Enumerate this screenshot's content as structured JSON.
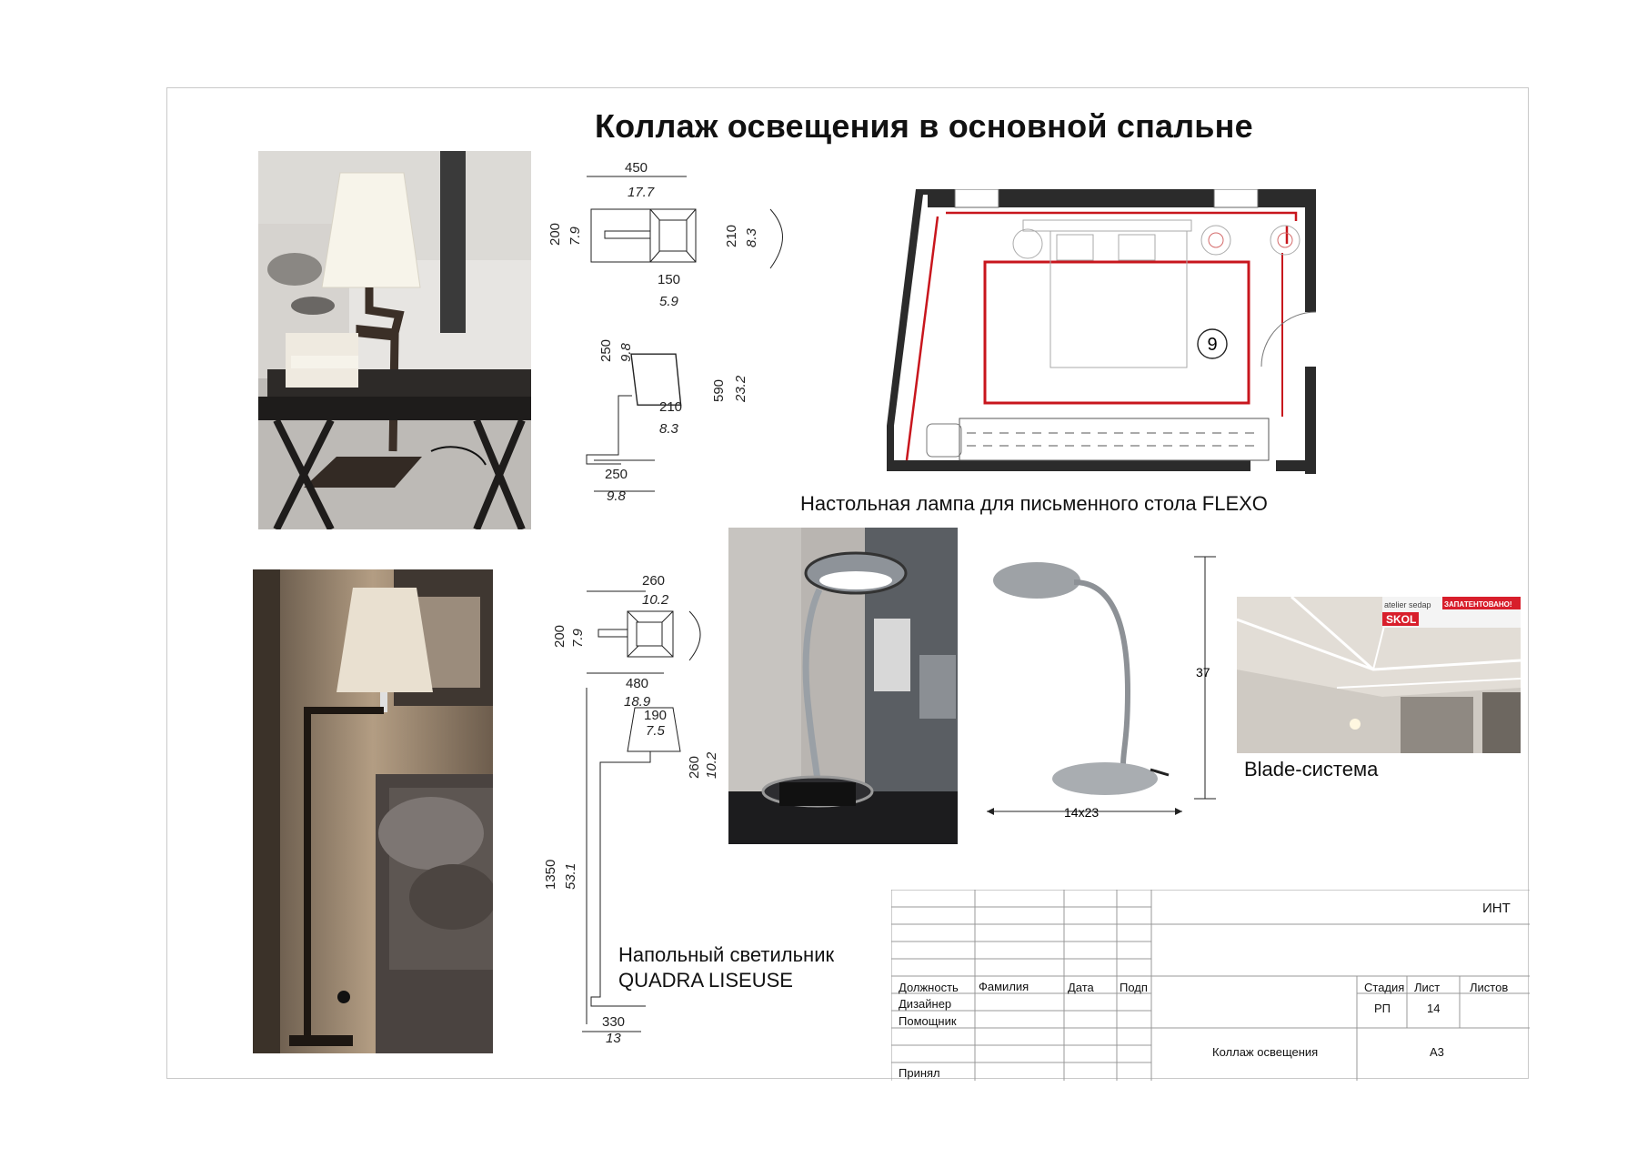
{
  "title": "Коллаж освещения в основной спальне",
  "captions": {
    "flexo": "Настольная лампа для письменного стола FLEXO",
    "blade": "Blade-система",
    "floor_line1": "Напольный светильник",
    "floor_line2": "QUADRA LISEUSE"
  },
  "table_lamp_dims": {
    "width_mm": "450",
    "width_in": "17.7",
    "depth_left_mm": "200",
    "depth_left_in": "7.9",
    "depth_right_mm": "210",
    "depth_right_in": "8.3",
    "shade_top_mm": "150",
    "shade_top_in": "5.9",
    "shade_h_mm": "250",
    "shade_h_in": "9.8",
    "total_h_mm": "590",
    "total_h_in": "23.2",
    "shade_bottom_mm": "210",
    "shade_bottom_in": "8.3",
    "base_mm": "250",
    "base_in": "9.8"
  },
  "floor_lamp_dims": {
    "width_mm": "260",
    "width_in": "10.2",
    "depth_mm": "200",
    "depth_in": "7.9",
    "reach_mm": "480",
    "reach_in": "18.9",
    "shade_top_mm": "190",
    "shade_top_in": "7.5",
    "shade_h_mm": "260",
    "shade_h_in": "10.2",
    "total_h_mm": "1350",
    "total_h_in": "53.1",
    "base_mm": "330",
    "base_in": "13"
  },
  "flexo_dims": {
    "height": "37",
    "base": "14x23"
  },
  "plan": {
    "marker": "9"
  },
  "blade_badge": {
    "brand": "SKOL",
    "tag": "ЗАПАТЕНТОВАНО!",
    "atelier": "atelier sedap"
  },
  "stamp": {
    "code": "ИНТ",
    "col_role": "Должность",
    "col_name": "Фамилия",
    "col_date": "Дата",
    "col_sign": "Подп",
    "row_designer": "Дизайнер",
    "row_assistant": "Помощник",
    "row_approved": "Принял",
    "h_stage": "Стадия",
    "h_sheet": "Лист",
    "h_sheets": "Листов",
    "stage": "РП",
    "sheet": "14",
    "doc_name": "Коллаж освещения",
    "format": "А3"
  },
  "colors": {
    "accent_red": "#c8161d",
    "wall": "#2b2b2b"
  }
}
